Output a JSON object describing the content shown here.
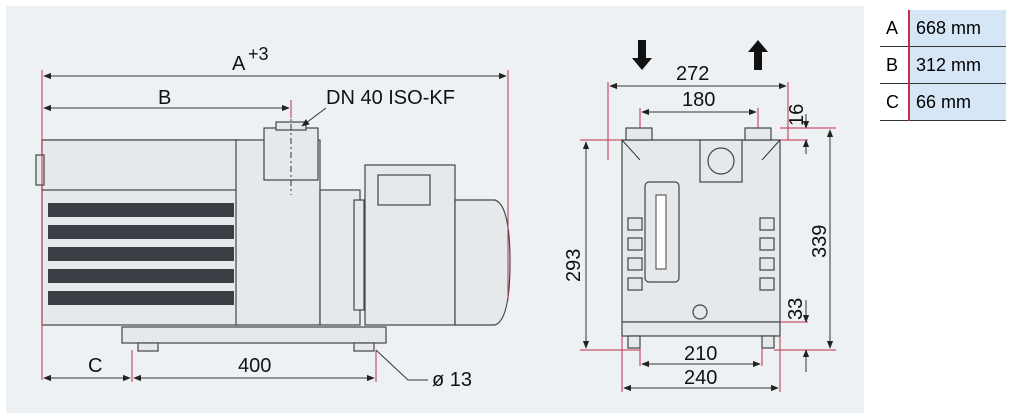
{
  "side_view": {
    "dim_A": "A",
    "dim_A_sup": "+3",
    "dim_B": "B",
    "flange_label": "DN 40 ISO-KF",
    "dim_C": "C",
    "dim_400": "400",
    "hole_dia": "ø 13"
  },
  "front_view": {
    "dim_272": "272",
    "dim_180": "180",
    "dim_16": "16",
    "dim_293": "293",
    "dim_339": "339",
    "dim_33": "33",
    "dim_210": "210",
    "dim_240": "240"
  },
  "table": [
    {
      "key": "A",
      "value": "668 mm"
    },
    {
      "key": "B",
      "value": "312 mm"
    },
    {
      "key": "C",
      "value": "66 mm"
    }
  ],
  "colors": {
    "panel": "#eef1f4",
    "accent": "#c0304a",
    "cell": "#d7e6f7"
  }
}
